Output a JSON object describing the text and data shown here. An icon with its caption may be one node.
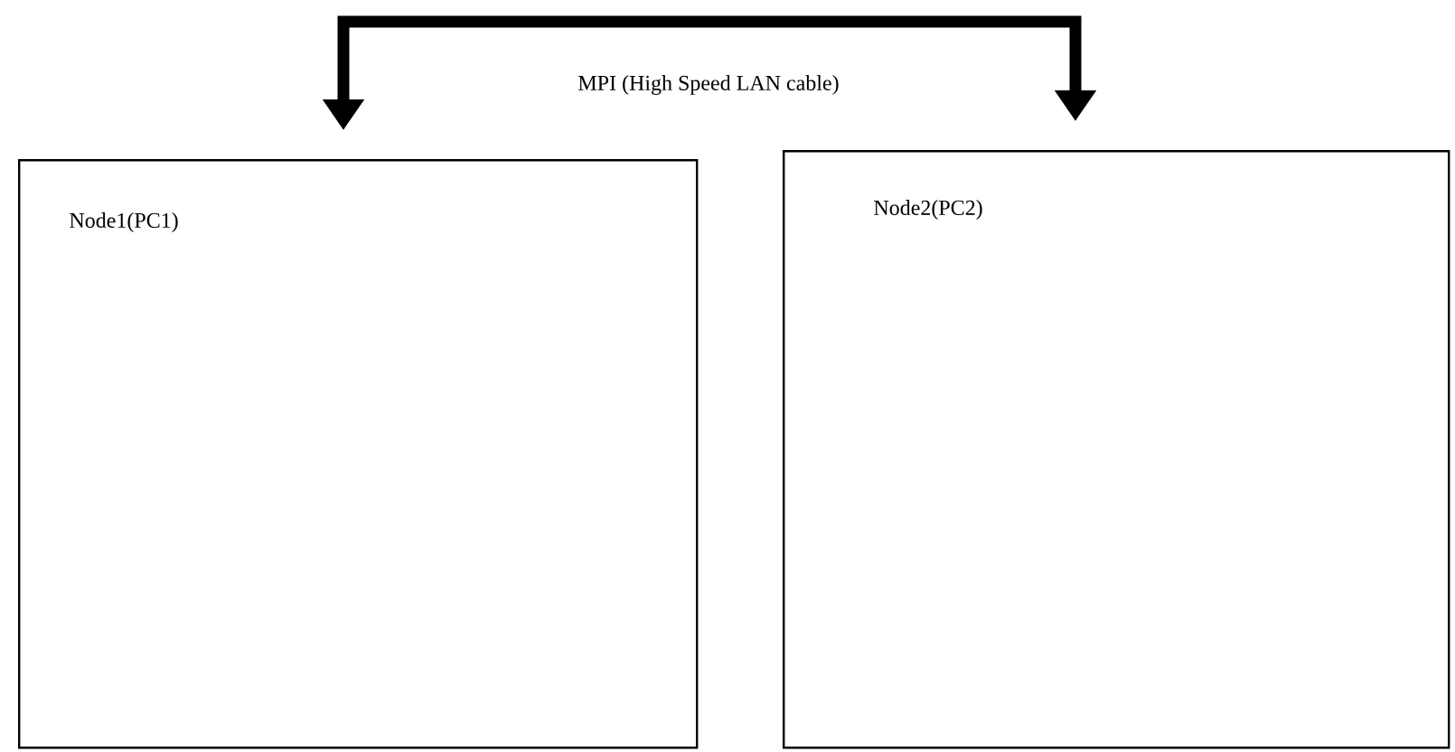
{
  "diagram": {
    "nodes": [
      {
        "text": [
          "Node1(PC1)"
        ]
      },
      {
        "text": [
          "Node2(PC2)"
        ]
      }
    ],
    "edges": [
      {
        "from": 0,
        "to": 1,
        "arrow": "both",
        "label": "MPI (High Speed LAN cable)"
      }
    ]
  }
}
